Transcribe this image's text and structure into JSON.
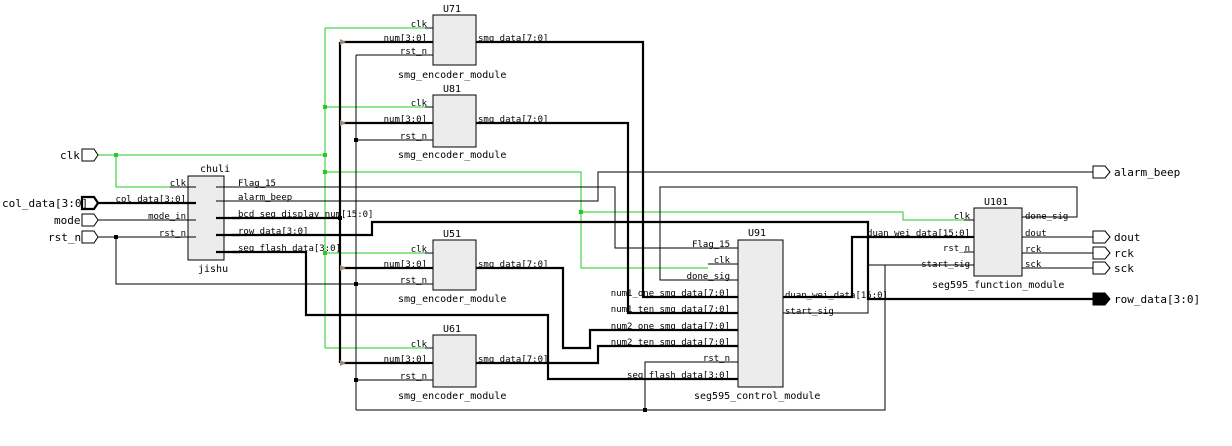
{
  "ports": {
    "inputs": [
      {
        "id": "clk",
        "label": "clk"
      },
      {
        "id": "col_data",
        "label": "col_data[3:0]"
      },
      {
        "id": "mode",
        "label": "mode"
      },
      {
        "id": "rst_n",
        "label": "rst_n"
      }
    ],
    "outputs": [
      {
        "id": "alarm_beep",
        "label": "alarm_beep"
      },
      {
        "id": "dout",
        "label": "dout"
      },
      {
        "id": "rck",
        "label": "rck"
      },
      {
        "id": "sck",
        "label": "sck"
      },
      {
        "id": "row_data",
        "label": "row_data[3:0]"
      }
    ]
  },
  "blocks": {
    "jishu": {
      "instance": "chuli",
      "module": "jishu",
      "left_pins": [
        "clk",
        "col_data[3:0]",
        "mode_in",
        "rst_n"
      ],
      "right_pins": [
        "Flag_15",
        "alarm_beep",
        "bcd_seg_display_num[15:0]",
        "row_data[3:0]",
        "seg_flash_data[3:0]"
      ]
    },
    "u71": {
      "instance": "U71",
      "module": "smg_encoder_module",
      "left_pins": [
        "clk",
        "num[3:0]",
        "rst_n"
      ],
      "right_pins": [
        "smg_data[7:0]"
      ]
    },
    "u81": {
      "instance": "U81",
      "module": "smg_encoder_module",
      "left_pins": [
        "clk",
        "num[3:0]",
        "rst_n"
      ],
      "right_pins": [
        "smg_data[7:0]"
      ]
    },
    "u51": {
      "instance": "U51",
      "module": "smg_encoder_module",
      "left_pins": [
        "clk",
        "num[3:0]",
        "rst_n"
      ],
      "right_pins": [
        "smg_data[7:0]"
      ]
    },
    "u61": {
      "instance": "U61",
      "module": "smg_encoder_module",
      "left_pins": [
        "clk",
        "num[3:0]",
        "rst_n"
      ],
      "right_pins": [
        "smg_data[7:0]"
      ]
    },
    "u91": {
      "instance": "U91",
      "module": "seg595_control_module",
      "left_pins": [
        "Flag_15",
        "clk",
        "done_sig",
        "num1_one_smg_data[7:0]",
        "num1_ten_smg_data[7:0]",
        "num2_one_smg_data[7:0]",
        "num2_ten_smg_data[7:0]",
        "rst_n",
        "seg_flash_data[3:0]"
      ],
      "right_pins": [
        "duan_wei_data[15:0]",
        "start_sig"
      ]
    },
    "u101": {
      "instance": "U101",
      "module": "seg595_function_module",
      "left_pins": [
        "clk",
        "duan_wei_data[15:0]",
        "rst_n",
        "start_sig"
      ],
      "right_pins": [
        "done_sig",
        "dout",
        "rck",
        "sck"
      ]
    }
  },
  "colors": {
    "clock_net": "#22cc22",
    "wire": "#000000",
    "block_fill": "#ececec"
  }
}
